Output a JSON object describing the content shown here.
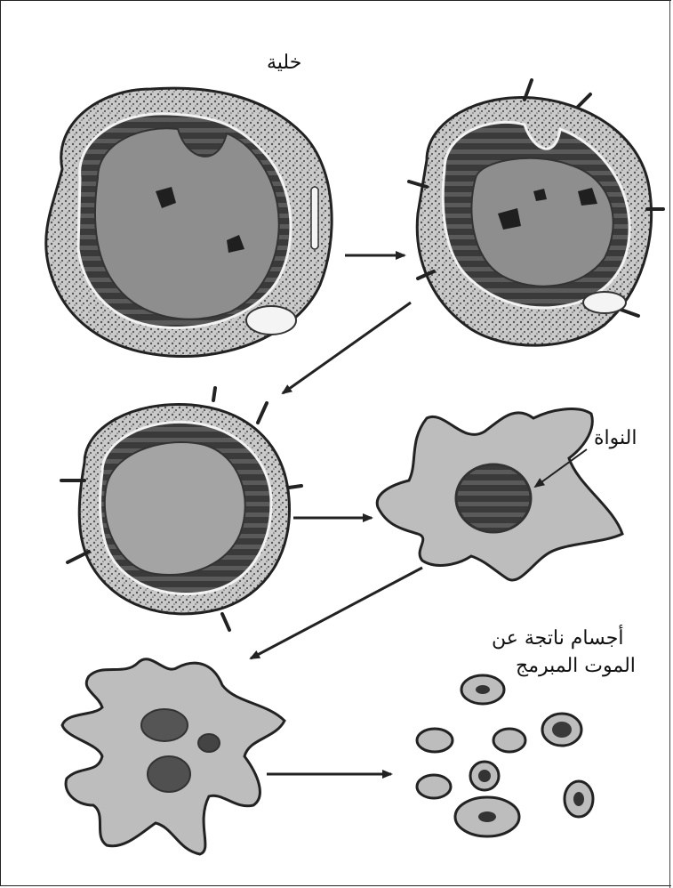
{
  "labels": {
    "cell": "خلية",
    "nucleus": "النواة",
    "bodies_line1": "أجسام ناتجة عن",
    "bodies_line2": "الموت المبرمج"
  },
  "colors": {
    "background": "#ffffff",
    "cytoplasm": "#bdbdbd",
    "dark": "#2a2a2a",
    "nucleus": "#8e8e8e",
    "outline": "#222222"
  }
}
